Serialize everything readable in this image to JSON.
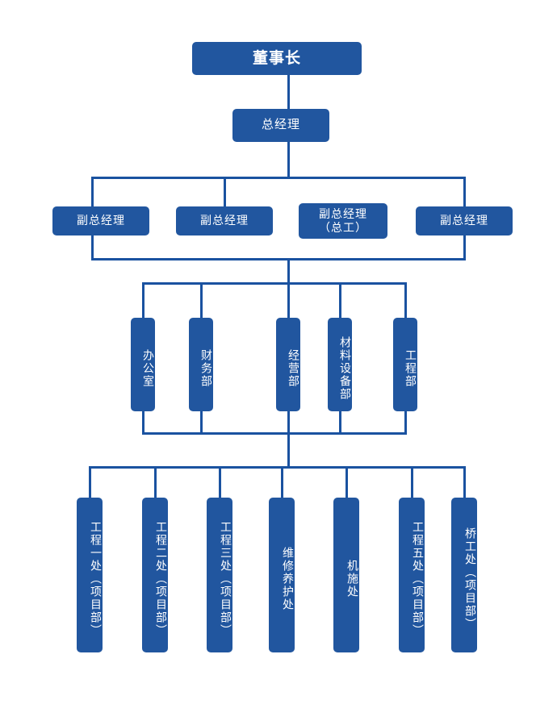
{
  "chart_title": "",
  "colors": {
    "box_fill": "#21569F",
    "connector": "#1A52A0",
    "text": "#FFFFFF",
    "background": "#FFFFFF"
  },
  "org": {
    "level0": {
      "label": "董事长",
      "orientation": "horizontal"
    },
    "level1": {
      "label": "总经理",
      "orientation": "horizontal"
    },
    "level2": {
      "orientation": "horizontal",
      "items": [
        {
          "label": "副总经理"
        },
        {
          "label": "副总经理"
        },
        {
          "label": "副总经理（总工）",
          "line1": "副总经理",
          "line2": "（总工）"
        },
        {
          "label": "副总经理"
        }
      ]
    },
    "level3": {
      "orientation": "vertical",
      "items": [
        {
          "label": "办公室"
        },
        {
          "label": "财务部"
        },
        {
          "label": "经营部"
        },
        {
          "label": "材料设备部"
        },
        {
          "label": "工程部"
        }
      ]
    },
    "level4": {
      "orientation": "vertical",
      "items": [
        {
          "label": "工程一处（项目部）"
        },
        {
          "label": "工程二处（项目部）"
        },
        {
          "label": "工程三处（项目部）"
        },
        {
          "label": "维修养护处"
        },
        {
          "label": "机施处"
        },
        {
          "label": "工程五处（项目部）"
        },
        {
          "label": "桥工处（项目部）"
        }
      ]
    }
  }
}
